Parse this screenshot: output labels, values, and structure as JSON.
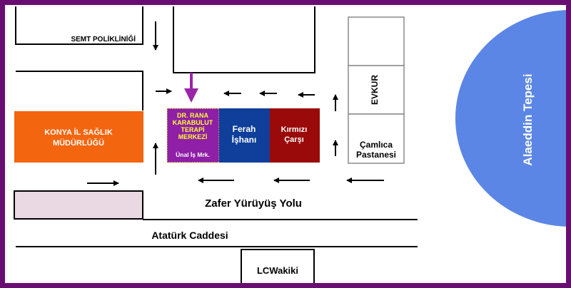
{
  "colors": {
    "frame": "#6a0d72",
    "health_directorate": "#f4650f",
    "clinic": "#8e1fa6",
    "clinic_text": "#ffff33",
    "ferah": "#0f3f9a",
    "kirmizi": "#9b0a0a",
    "hill": "#5b86e5",
    "lot": "#ead9e3",
    "arrow_purple": "#9b25a8"
  },
  "labels": {
    "semt_poliklinigi": "SEMT POLİKLİNİĞİ",
    "health_directorate_line1": "KONYA İL SAĞLIK",
    "health_directorate_line2": "MÜDÜRLÜĞÜ",
    "clinic_line1": "DR. RANA",
    "clinic_line2": "KARABULUT",
    "clinic_line3": "TERAPİ",
    "clinic_line4": "MERKEZİ",
    "clinic_building": "Ünal İş Mrk.",
    "ferah_line1": "Ferah",
    "ferah_line2": "İşhanı",
    "kirmizi_line1": "Kırmızı",
    "kirmizi_line2": "Çarşı",
    "evkur": "EVKUR",
    "camlica_line1": "Çamlıca",
    "camlica_line2": "Pastanesi",
    "hill": "Alaeddin Tepesi",
    "zafer": "Zafer Yürüyüş Yolu",
    "ataturk": "Atatürk Caddesi",
    "lcwakiki": "LCWakiki"
  },
  "icons": {
    "direction_arrow": "arrow-icon",
    "destination_marker": "down-arrow-marker-icon"
  }
}
